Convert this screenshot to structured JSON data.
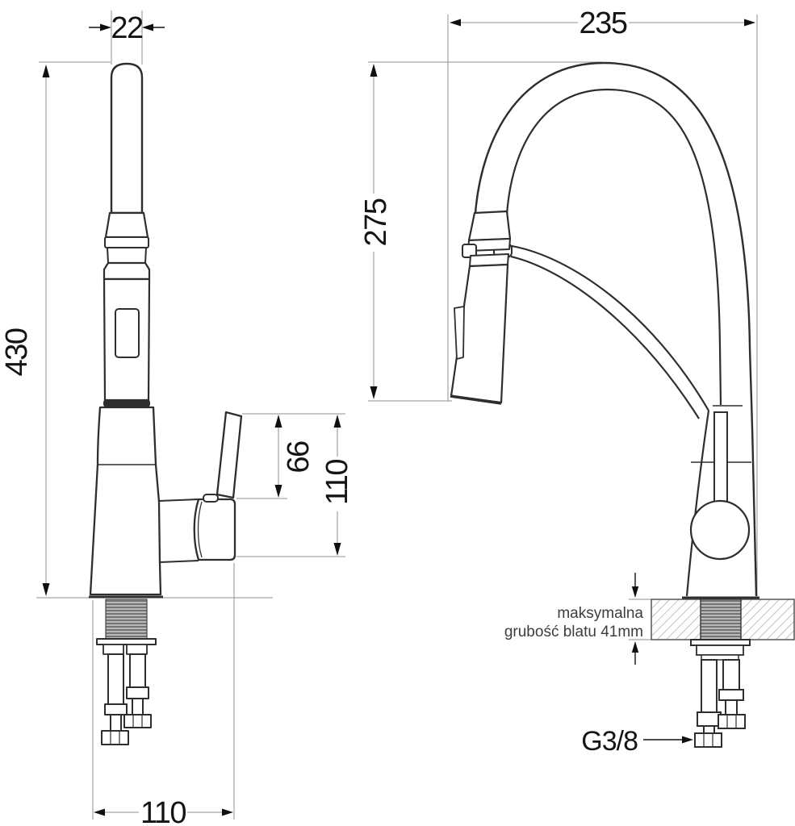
{
  "drawing": {
    "subject": "Kitchen faucet with pull-out sprayer — dimensioned technical drawing, side and front views",
    "background": "#ffffff",
    "line_color": "#2e2e2e",
    "dim_guide_color": "#909090",
    "text_color": "#141414",
    "views": {
      "side": {
        "name": "side view",
        "dims": {
          "spout_tube_width_mm": "22",
          "overall_height_mm": "430",
          "handle_above_body_mm": "66",
          "handle_to_body_bottom_mm": "110",
          "footprint_depth_mm": "110"
        }
      },
      "front": {
        "name": "front view",
        "dims": {
          "spout_reach_mm": "235",
          "spout_height_mm": "275"
        },
        "notes": {
          "countertop_line1": "maksymalna",
          "countertop_line2": "grubość blatu 41mm",
          "thread_label": "G3/8"
        }
      }
    }
  }
}
